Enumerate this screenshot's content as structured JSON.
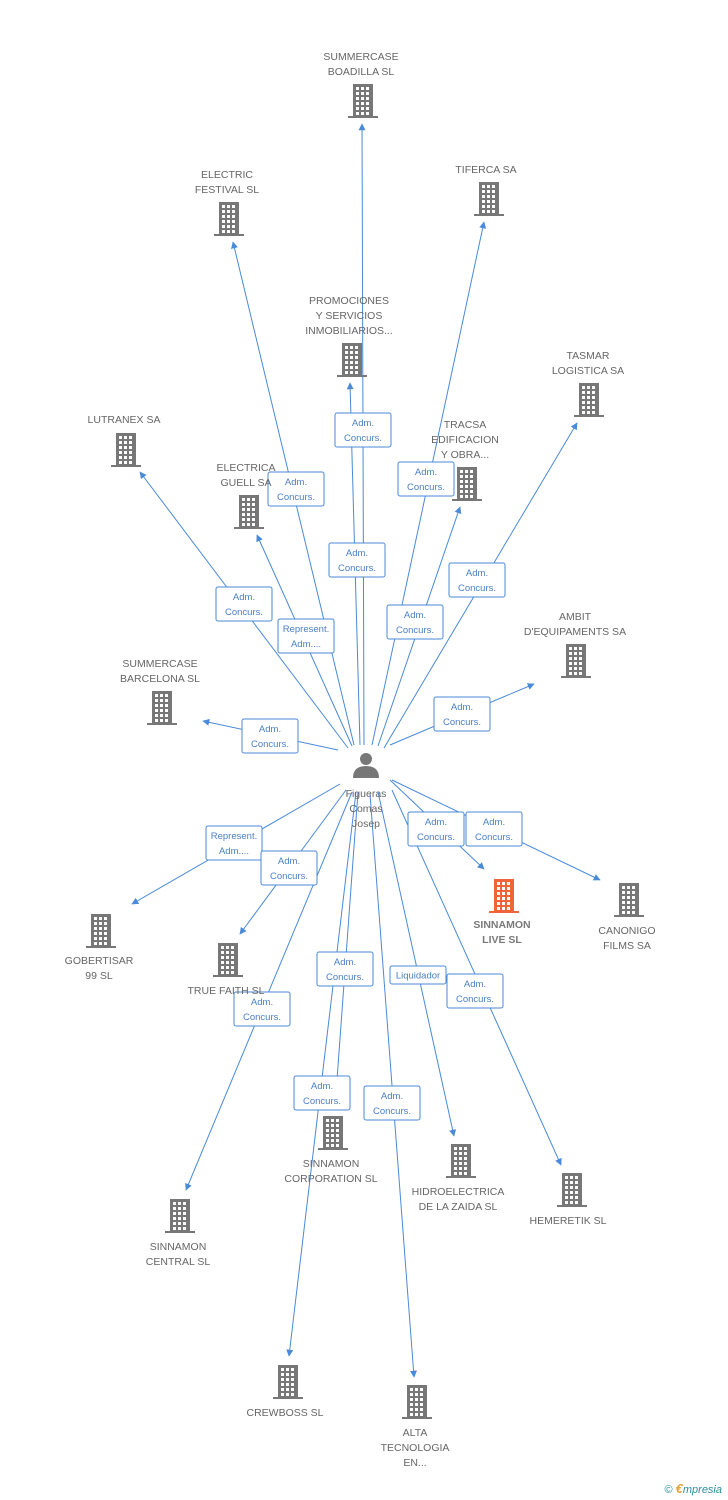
{
  "center": {
    "label": [
      "Figueras",
      "Comas",
      "Josep"
    ]
  },
  "nodes": [
    {
      "id": "summercase-boadilla",
      "label": [
        "SUMMERCASE",
        "BOADILLA SL"
      ]
    },
    {
      "id": "electric-festival",
      "label": [
        "ELECTRIC",
        "FESTIVAL SL"
      ]
    },
    {
      "id": "tiferca",
      "label": [
        "TIFERCA SA"
      ]
    },
    {
      "id": "promociones",
      "label": [
        "PROMOCIONES",
        "Y SERVICIOS",
        "INMOBILIARIOS..."
      ]
    },
    {
      "id": "tasmar",
      "label": [
        "TASMAR",
        "LOGISTICA SA"
      ]
    },
    {
      "id": "lutranex",
      "label": [
        "LUTRANEX SA"
      ]
    },
    {
      "id": "tracsa",
      "label": [
        "TRACSA",
        "EDIFICACION",
        "Y OBRA..."
      ]
    },
    {
      "id": "electrica-guell",
      "label": [
        "ELECTRICA",
        "GUELL SA"
      ]
    },
    {
      "id": "ambit",
      "label": [
        "AMBIT",
        "D'EQUIPAMENTS SA"
      ]
    },
    {
      "id": "summercase-barcelona",
      "label": [
        "SUMMERCASE",
        "BARCELONA SL"
      ]
    },
    {
      "id": "sinnamon-live",
      "label": [
        "SINNAMON",
        "LIVE SL"
      ],
      "focus": true
    },
    {
      "id": "canonigo",
      "label": [
        "CANONIGO",
        "FILMS SA"
      ]
    },
    {
      "id": "gobertisar",
      "label": [
        "GOBERTISAR",
        "99 SL"
      ]
    },
    {
      "id": "true-faith",
      "label": [
        "TRUE FAITH SL"
      ]
    },
    {
      "id": "sinnamon-corporation",
      "label": [
        "SINNAMON",
        "CORPORATION SL"
      ]
    },
    {
      "id": "hidroelectrica",
      "label": [
        "HIDROELECTRICA",
        "DE LA ZAIDA SL"
      ]
    },
    {
      "id": "hemeretik",
      "label": [
        "HEMERETIK SL"
      ]
    },
    {
      "id": "sinnamon-central",
      "label": [
        "SINNAMON",
        "CENTRAL SL"
      ]
    },
    {
      "id": "crewboss",
      "label": [
        "CREWBOSS SL"
      ]
    },
    {
      "id": "alta-tecnologia",
      "label": [
        "ALTA",
        "TECNOLOGIA",
        "EN..."
      ]
    }
  ],
  "edges": [
    {
      "to": "summercase-boadilla",
      "tag": [
        "Adm.",
        "Concurs."
      ]
    },
    {
      "to": "electric-festival",
      "tag": [
        "Adm.",
        "Concurs."
      ]
    },
    {
      "to": "tiferca",
      "tag": [
        "Adm.",
        "Concurs."
      ]
    },
    {
      "to": "promociones",
      "tag": [
        "Adm.",
        "Concurs."
      ]
    },
    {
      "to": "tasmar",
      "tag": [
        "Adm.",
        "Concurs."
      ]
    },
    {
      "to": "lutranex",
      "tag": [
        "Adm.",
        "Concurs."
      ]
    },
    {
      "to": "tracsa",
      "tag": [
        "Adm.",
        "Concurs."
      ]
    },
    {
      "to": "electrica-guell",
      "tag": [
        "Represent.",
        "Adm...."
      ]
    },
    {
      "to": "ambit",
      "tag": [
        "Adm.",
        "Concurs."
      ]
    },
    {
      "to": "summercase-barcelona",
      "tag": [
        "Adm.",
        "Concurs."
      ]
    },
    {
      "to": "sinnamon-live",
      "tag": [
        "Adm.",
        "Concurs."
      ]
    },
    {
      "to": "canonigo",
      "tag": [
        "Adm.",
        "Concurs."
      ]
    },
    {
      "to": "gobertisar",
      "tag": [
        "Represent.",
        "Adm...."
      ]
    },
    {
      "to": "true-faith",
      "tag": [
        "Adm.",
        "Concurs."
      ]
    },
    {
      "to": "sinnamon-corporation",
      "tag": [
        "Adm.",
        "Concurs."
      ]
    },
    {
      "to": "hidroelectrica",
      "tag": [
        "Liquidador"
      ]
    },
    {
      "to": "hemeretik",
      "tag": [
        "Adm.",
        "Concurs."
      ]
    },
    {
      "to": "sinnamon-central",
      "tag": [
        "Adm.",
        "Concurs."
      ]
    },
    {
      "to": "crewboss",
      "tag": [
        "Adm.",
        "Concurs."
      ]
    },
    {
      "to": "alta-tecnologia",
      "tag": [
        "Adm.",
        "Concurs."
      ]
    }
  ],
  "colors": {
    "edge": "#4a8ad8",
    "building": "#777777",
    "focus_building": "#f0643a",
    "person": "#777777"
  },
  "footer": {
    "copyright": "©",
    "brand_initial": "€",
    "brand_rest": "mpresia"
  }
}
